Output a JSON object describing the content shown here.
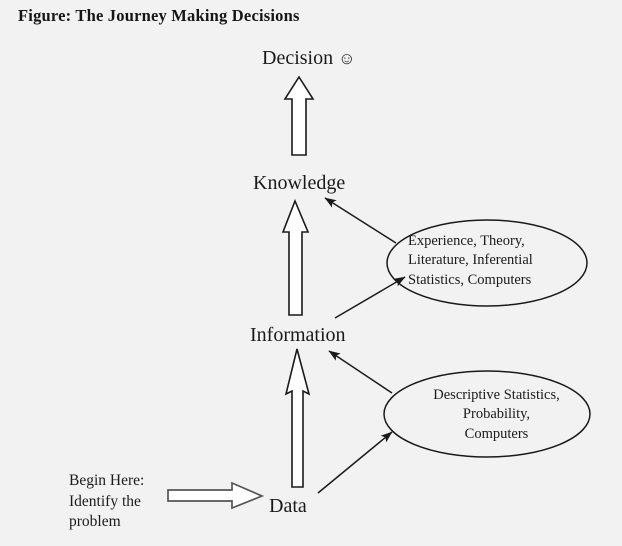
{
  "figure": {
    "title": "Figure: The Journey Making Decisions",
    "background_color": "#f2f2f2",
    "stroke_color": "#1a1a1a",
    "fill_color": "#ffffff"
  },
  "nodes": {
    "decision": {
      "label": "Decision",
      "smiley": "☺"
    },
    "knowledge": {
      "label": "Knowledge"
    },
    "information": {
      "label": "Information"
    },
    "data": {
      "label": "Data"
    }
  },
  "begin_here": {
    "text": "Begin Here:\nIdentify the\nproblem"
  },
  "ellipses": {
    "upper": {
      "text": "Experience, Theory,\nLiterature, Inferential\nStatistics, Computers"
    },
    "lower": {
      "text": "Descriptive Statistics,\nProbability,\nComputers"
    }
  },
  "flow": {
    "sequence": [
      "Data",
      "Information",
      "Knowledge",
      "Decision"
    ],
    "block_arrows": [
      {
        "name": "data-to-information",
        "direction": "up"
      },
      {
        "name": "information-to-knowledge",
        "direction": "up"
      },
      {
        "name": "knowledge-to-decision",
        "direction": "up"
      },
      {
        "name": "begin-here-to-data",
        "direction": "right"
      }
    ],
    "line_arrows": [
      {
        "name": "data-to-lower-ellipse",
        "from": "Data",
        "to": "Descriptive Statistics, Probability, Computers"
      },
      {
        "name": "lower-ellipse-to-information",
        "from": "Descriptive Statistics, Probability, Computers",
        "to": "Information"
      },
      {
        "name": "information-to-upper-ellipse",
        "from": "Information",
        "to": "Experience, Theory, Literature, Inferential Statistics, Computers"
      },
      {
        "name": "upper-ellipse-to-knowledge",
        "from": "Experience, Theory, Literature, Inferential Statistics, Computers",
        "to": "Knowledge"
      }
    ]
  }
}
